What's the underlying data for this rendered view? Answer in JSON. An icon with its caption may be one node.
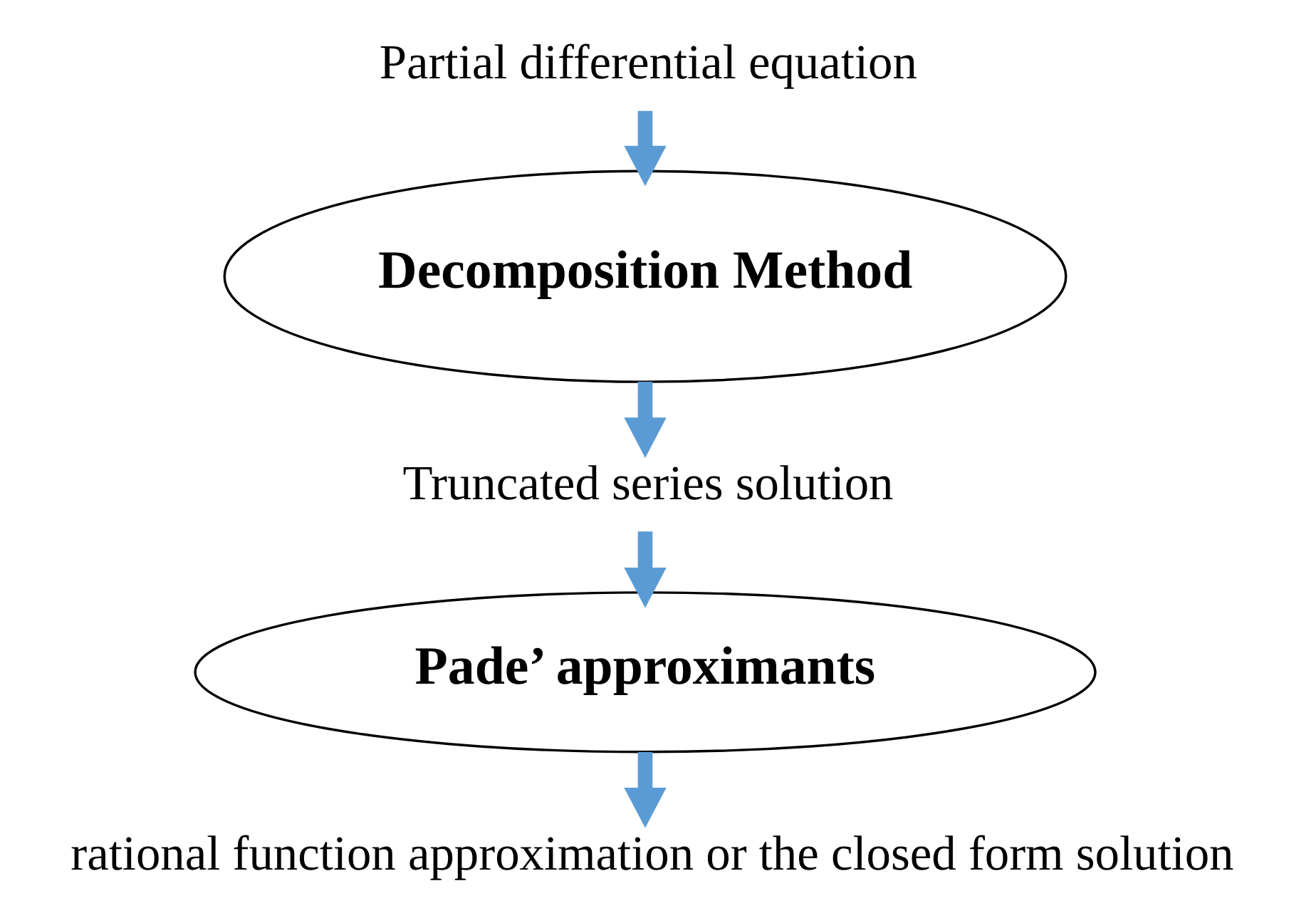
{
  "diagram": {
    "nodes": [
      {
        "text": [
          "Partial differential equation"
        ]
      },
      {
        "text": [
          "Decomposition Method"
        ]
      },
      {
        "text": [
          "Truncated series solution"
        ]
      },
      {
        "text": [
          "Pade’ approximants"
        ]
      },
      {
        "text": [
          "rational function approximation or the closed form solution"
        ]
      }
    ],
    "edges": [
      {
        "from": 0,
        "to": 1,
        "arrow": "to"
      },
      {
        "from": 1,
        "to": 2,
        "arrow": "to"
      },
      {
        "from": 2,
        "to": 3,
        "arrow": "to"
      },
      {
        "from": 3,
        "to": 4,
        "arrow": "to"
      }
    ]
  }
}
